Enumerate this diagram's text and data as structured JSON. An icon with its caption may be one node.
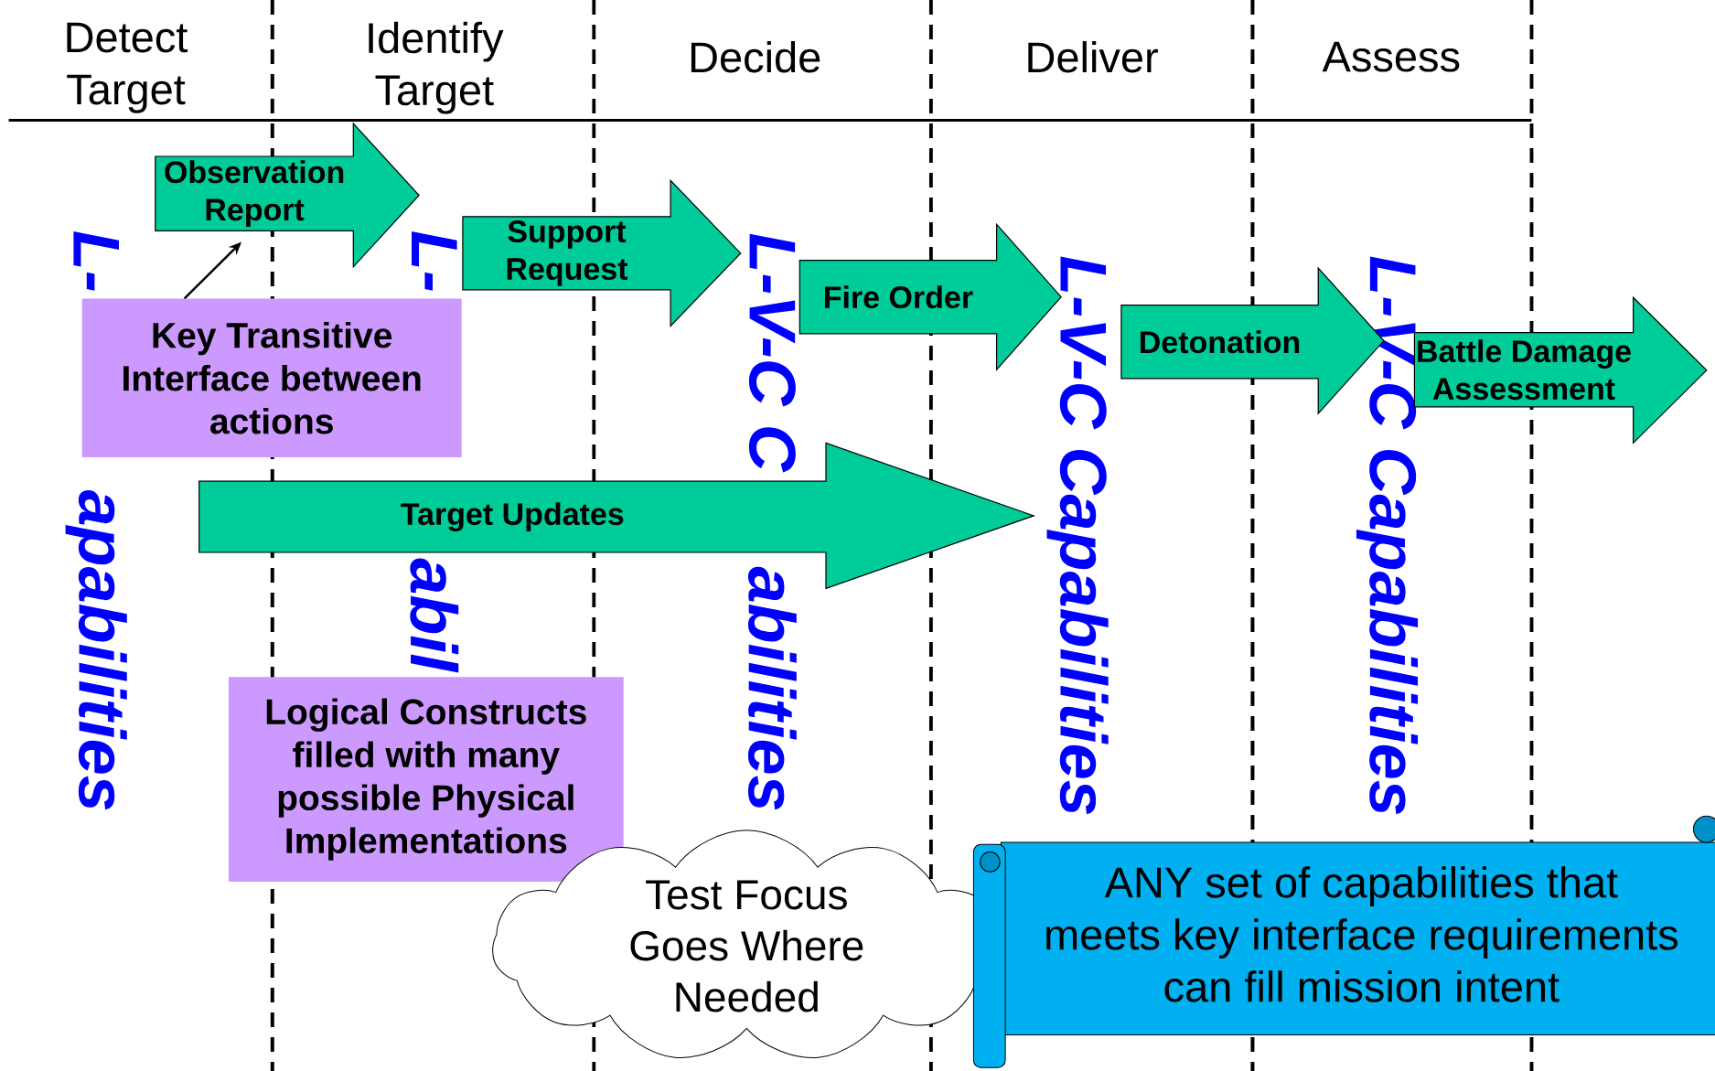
{
  "diagram": {
    "nodes": [
      {
        "text": [
          "Observation Report"
        ]
      },
      {
        "text": [
          "Support Request"
        ]
      },
      {
        "text": [
          "Fire Order"
        ]
      },
      {
        "text": [
          "Detonation"
        ]
      },
      {
        "text": [
          "Battle Damage Assessment"
        ]
      },
      {
        "text": [
          "Target Updates"
        ]
      },
      {
        "text": [
          "Key Transitive Interface between actions"
        ]
      },
      {
        "text": [
          "Logical Constructs filled with many possible Physical Implementations"
        ]
      },
      {
        "text": [
          "Test Focus Goes Where Needed"
        ]
      },
      {
        "text": [
          "ANY set of capabilities that meets key interface requirements can fill mission intent"
        ]
      }
    ],
    "edges": [
      {
        "from": 6,
        "to": 0,
        "arrow": "to"
      }
    ],
    "labels": [
      "Detect Target",
      "Identify Target",
      "Decide",
      "Deliver",
      "Assess",
      "L-",
      "apabilities",
      "L-",
      "abil",
      "L-V-C C",
      "abilities",
      "L-V-C Capabilities",
      "L-V-C Capabilities"
    ]
  }
}
